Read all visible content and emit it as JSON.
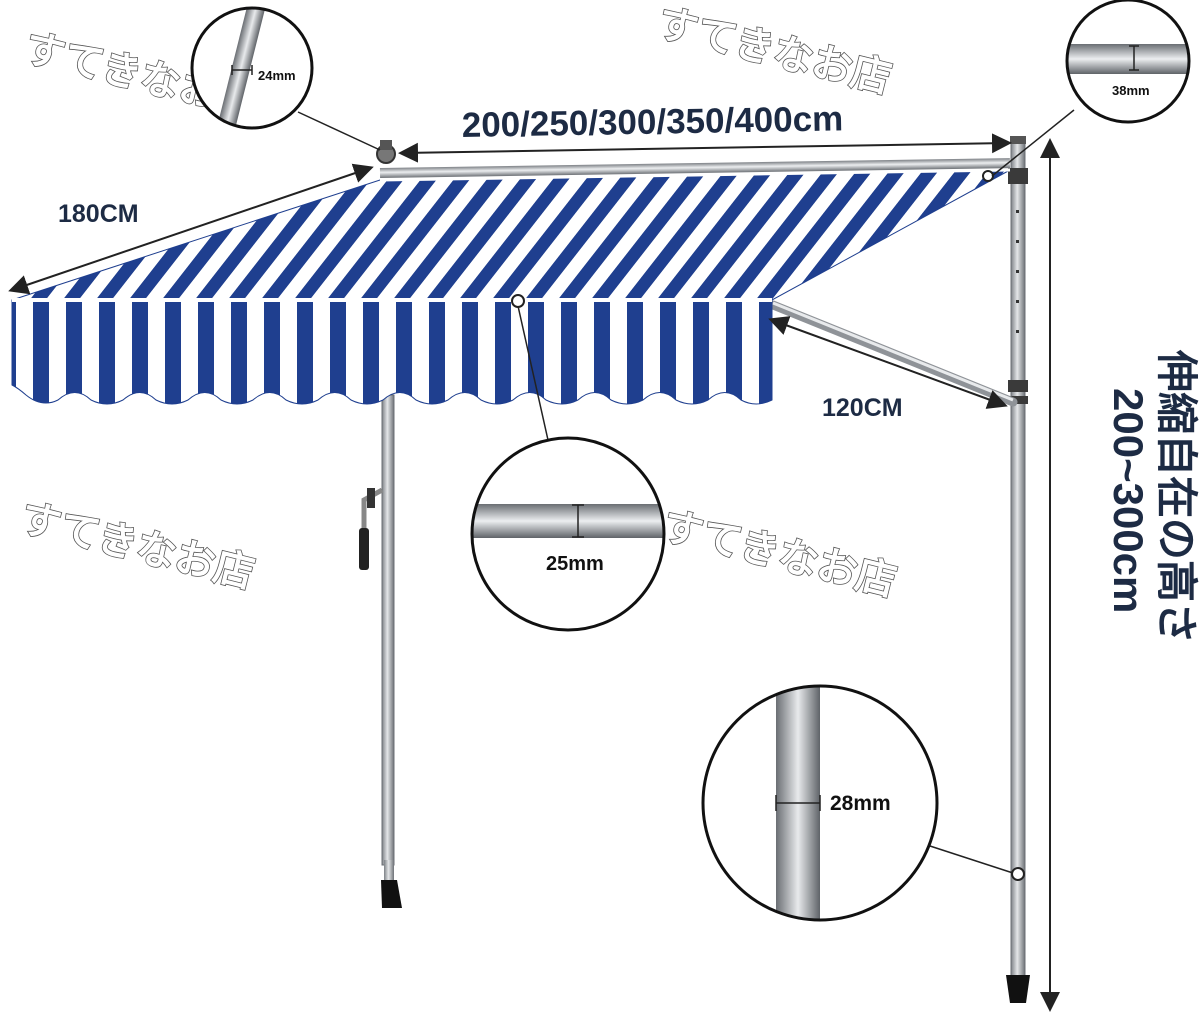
{
  "watermark": "すてきなお店",
  "dimensions": {
    "width_options": "200/250/300/350/400cm",
    "depth": "180CM",
    "arm_length": "120CM",
    "height_label_line1": "伸縮自在の高さ",
    "height_label_line2": "200~300cm"
  },
  "callouts": {
    "roller_pole": "24mm",
    "top_bar": "38mm",
    "front_bar": "25mm",
    "side_pole": "28mm"
  },
  "colors": {
    "stripe_blue": "#1f3f8f",
    "stripe_white": "#ffffff",
    "pole": "#a9adb2",
    "text": "#1d2b44",
    "dim_line": "#222222"
  }
}
